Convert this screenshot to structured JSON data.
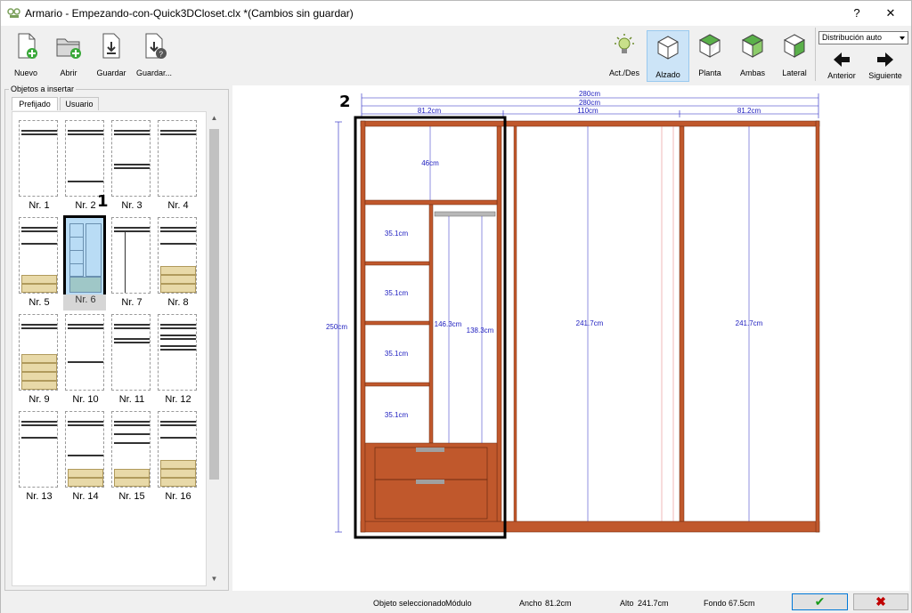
{
  "window": {
    "title": "Armario - Empezando-con-Quick3DCloset.clx *(Cambios sin guardar)",
    "help": "?",
    "close": "✕"
  },
  "toolbar": {
    "nuevo": "Nuevo",
    "abrir": "Abrir",
    "guardar": "Guardar",
    "guardar_como": "Guardar...",
    "actdes": "Act./Des",
    "alzado": "Alzado",
    "planta": "Planta",
    "ambas": "Ambas",
    "lateral": "Lateral",
    "distribucion": "Distribución auto",
    "anterior": "Anterior",
    "siguiente": "Siguiente"
  },
  "panel": {
    "title": "Objetos a insertar",
    "tab_prefijado": "Prefijado",
    "tab_usuario": "Usuario",
    "items": [
      "Nr. 1",
      "Nr. 2",
      "Nr. 3",
      "Nr. 4",
      "Nr. 5",
      "Nr. 6",
      "Nr. 7",
      "Nr. 8",
      "Nr. 9",
      "Nr. 10",
      "Nr. 11",
      "Nr. 12",
      "Nr. 13",
      "Nr. 14",
      "Nr. 15",
      "Nr. 16"
    ],
    "selected_index": 5
  },
  "callouts": {
    "one": "1",
    "two": "2"
  },
  "drawing": {
    "total_width": "280cm",
    "total_width2": "280cm",
    "mid_width": "110cm",
    "left_width": "81.2cm",
    "right_width": "81.2cm",
    "height": "250cm",
    "top_shelf": "46cm",
    "shelf1": "35.1cm",
    "shelf2": "35.1cm",
    "shelf3": "35.1cm",
    "shelf4": "35.1cm",
    "hang_inner": "146.3cm",
    "hang_bar": "138.3cm",
    "mid_height": "241.7cm",
    "right_height": "241.7cm"
  },
  "status": {
    "selected_label": "Objeto seleccionado",
    "selected_value": "Módulo",
    "ancho_label": "Ancho",
    "ancho_value": "81.2cm",
    "alto_label": "Alto",
    "alto_value": "241.7cm",
    "fondo_label": "Fondo",
    "fondo_value": "67.5cm"
  },
  "colors": {
    "wood": "#c0582c",
    "wood_dark": "#8a3a1a",
    "dim_blue": "#2020c0",
    "selected": "#cce4f7"
  }
}
